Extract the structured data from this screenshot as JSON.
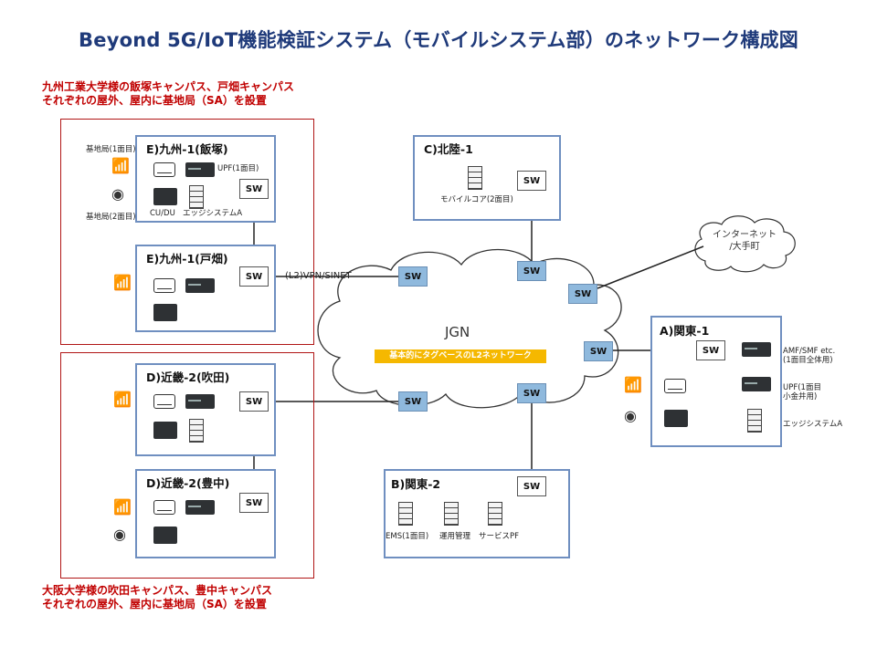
{
  "title": "Beyond 5G/IoT機能検証システム（モバイルシステム部）のネットワーク構成図",
  "captions": {
    "kyushu_line1": "九州工業大学様の飯塚キャンパス、戸畑キャンパス",
    "kyushu_line2": "それぞれの屋外、屋内に基地局（SA）を設置",
    "osaka_line1": "大阪大学様の吹田キャンパス、豊中キャンパス",
    "osaka_line2": "それぞれの屋外、屋内に基地局（SA）を設置"
  },
  "sites": {
    "iizuka": {
      "title": "E)九州-1(飯塚)",
      "bs1": "基地局(1面目)",
      "bs2": "基地局(2面目)",
      "upf": "UPF(1面目)",
      "cudu": "CU/DU",
      "edge": "エッジシステムA"
    },
    "tobata": {
      "title": "E)九州-1(戸畑)"
    },
    "hokuriku": {
      "title": "C)北陸-1",
      "core": "モバイルコア(2面目)"
    },
    "suita": {
      "title": "D)近畿-2(吹田)"
    },
    "toyonaka": {
      "title": "D)近畿-2(豊中)"
    },
    "kanto1": {
      "title": "A)関東-1",
      "amf_line1": "AMF/SMF etc.",
      "amf_line2": "(1面目全体用)",
      "upf_line1": "UPF(1面目",
      "upf_line2": "小金井用)",
      "edge": "エッジシステムA"
    },
    "kanto2": {
      "title": "B)関東-2",
      "ems": "EMS(1面目)",
      "ops": "運用管理",
      "svc": "サービスPF"
    }
  },
  "switch_label": "SW",
  "network": {
    "vpn_label": "(L2)VPN/SINET",
    "jgn_label": "JGN",
    "jgn_banner": "基本的にタグベースのL2ネットワーク",
    "internet_line1": "インターネット",
    "internet_line2": "/大手町"
  },
  "colors": {
    "title": "#1f3a7a",
    "caption": "#c00000",
    "site_border": "#6f8fc0",
    "core_switch": "#8fb9dd",
    "banner": "#f5b800"
  }
}
